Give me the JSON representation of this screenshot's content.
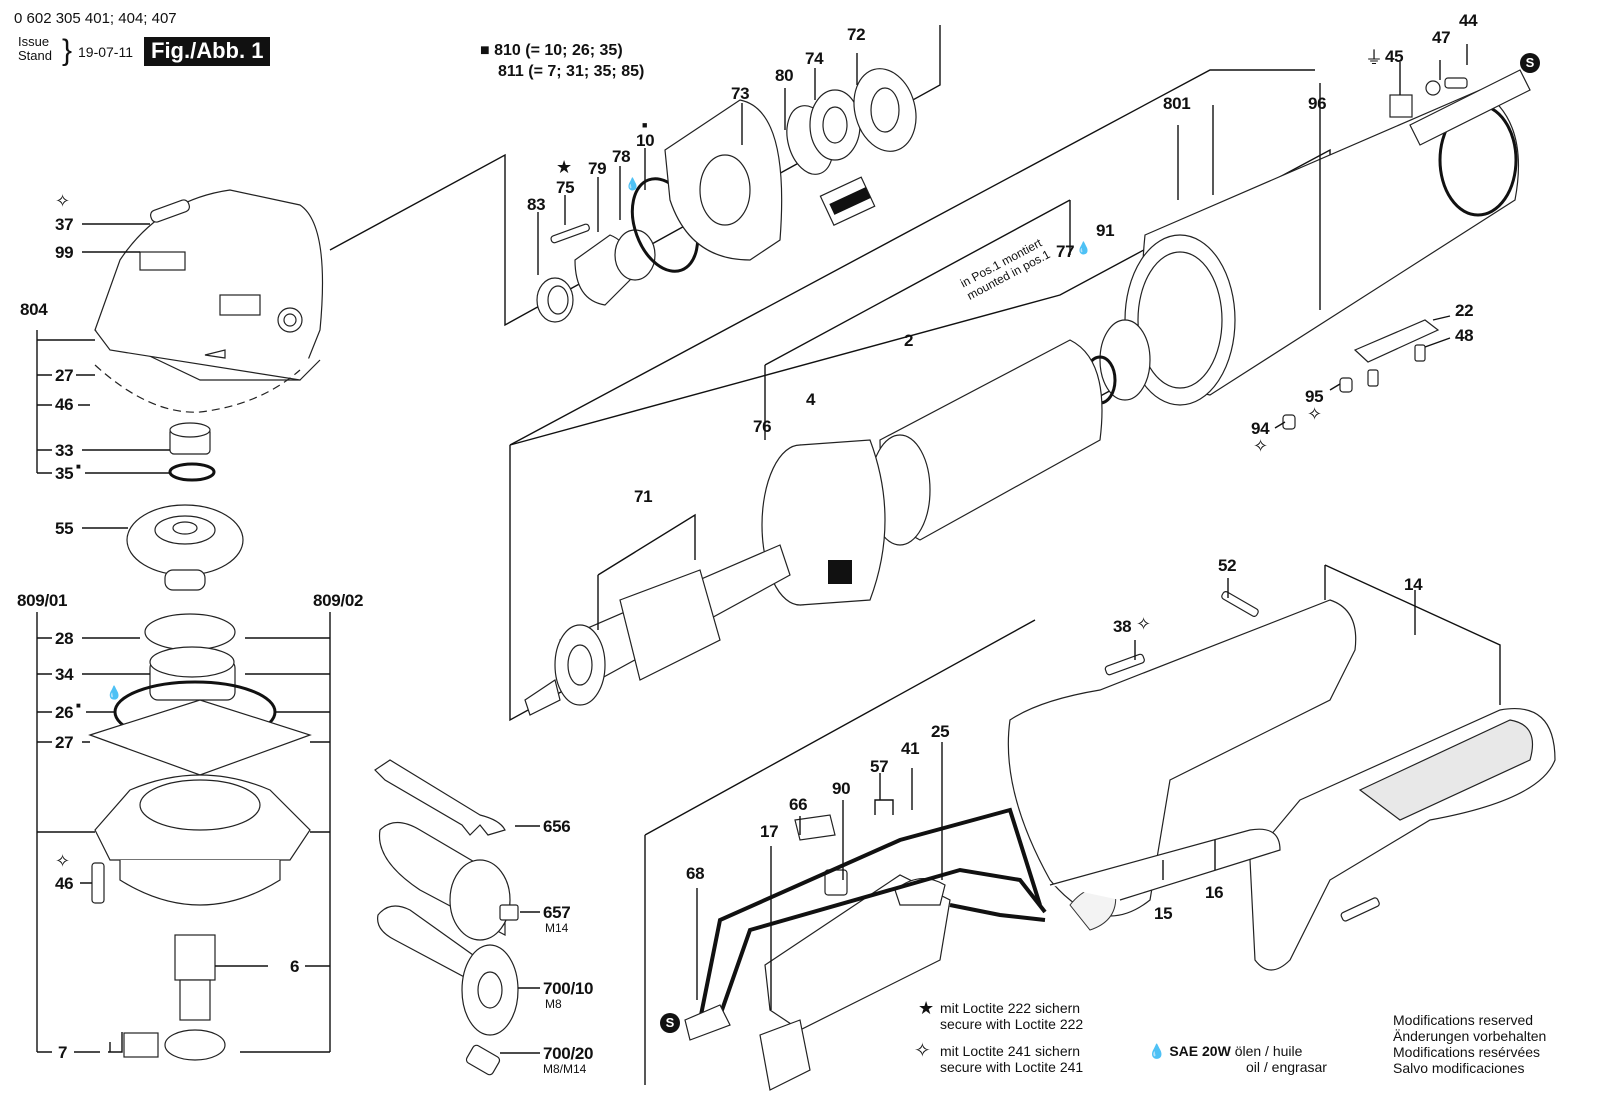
{
  "header": {
    "document_number": "0 602 305 401; 404; 407",
    "issue_label_1": "Issue",
    "issue_label_2": "Stand",
    "issue_date": "19-07-11",
    "figure_label": "Fig./Abb. 1"
  },
  "kits": {
    "line_1": "810 (= 10; 26; 35)",
    "line_2": "811 (= 7; 31; 35; 85)"
  },
  "groups": {
    "g804": "804",
    "g809_01": "809/01",
    "g809_02": "809/02",
    "g801": "801",
    "g71": "71",
    "g14": "14"
  },
  "parts": {
    "p37": "37",
    "p99": "99",
    "p27a": "27",
    "p46a": "46",
    "p33": "33",
    "p35": "35",
    "p55": "55",
    "p28": "28",
    "p34": "34",
    "p26": "26",
    "p27b": "27",
    "p46b": "46",
    "p6": "6",
    "p7": "7",
    "p83": "83",
    "p75": "75",
    "p79": "79",
    "p78": "78",
    "p10": "10",
    "p73": "73",
    "p80": "80",
    "p74": "74",
    "p72": "72",
    "p77": "77",
    "p91": "91",
    "p96": "96",
    "p45": "45",
    "p47": "47",
    "p44": "44",
    "p22": "22",
    "p48": "48",
    "p95": "95",
    "p94": "94",
    "p2": "2",
    "p4": "4",
    "p76": "76",
    "p656": "656",
    "p657": "657",
    "p700_10": "700/10",
    "p700_20": "700/20",
    "p68": "68",
    "p17": "17",
    "p66": "66",
    "p90": "90",
    "p57": "57",
    "p41": "41",
    "p25": "25",
    "p52": "52",
    "p38": "38",
    "p15": "15",
    "p16": "16"
  },
  "sub_labels": {
    "p657": "M14",
    "p700_10": "M8",
    "p700_20": "M8/M14"
  },
  "notes": {
    "mounted_de": "in Pos.1 montiert",
    "mounted_en": "mounted in pos.1"
  },
  "legend": {
    "loctite222_de": "mit Loctite 222 sichern",
    "loctite222_en": "secure with Loctite 222",
    "loctite241_de": "mit Loctite 241 sichern",
    "loctite241_en": "secure with Loctite 241",
    "oil_grade": "SAE 20W",
    "oil_line_1": "ölen / huile",
    "oil_line_2": "oil / engrasar",
    "mod_en": "Modifications reserved",
    "mod_de": "Änderungen vorbehalten",
    "mod_fr": "Modifications resérvées",
    "mod_es": "Salvo modificaciones"
  },
  "symbols": {
    "star_filled": "★",
    "star_outline": "✧",
    "oil_drop": "💧",
    "square": "■",
    "earth": "⏚",
    "s_badge": "S"
  }
}
